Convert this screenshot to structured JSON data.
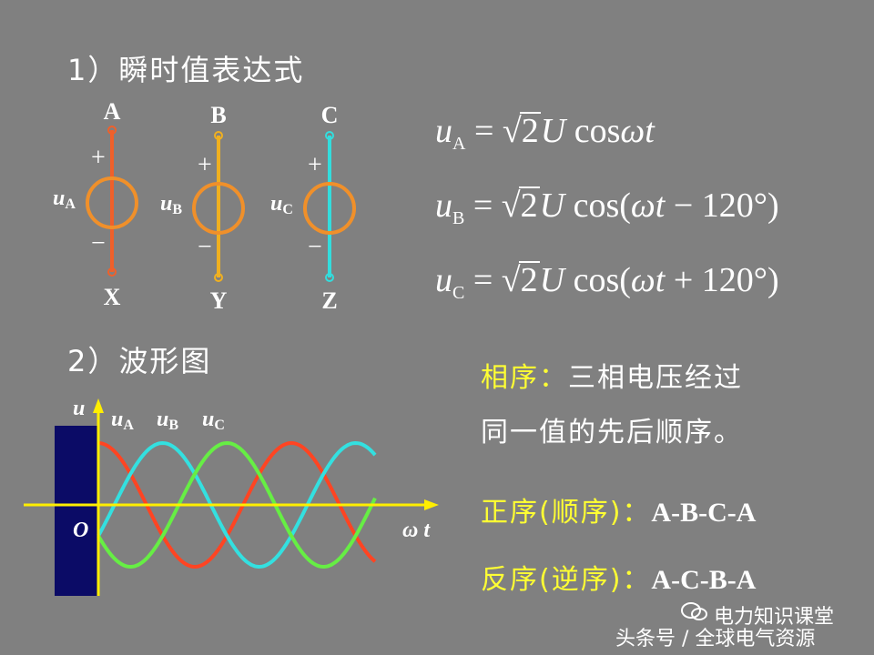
{
  "section1": {
    "title": "1）瞬时值表达式"
  },
  "sources": [
    {
      "top": "A",
      "bottom": "X",
      "plus": "+",
      "minus": "−",
      "label": "u",
      "sub": "A",
      "color": "#f0602a",
      "ring": "#f0902a"
    },
    {
      "top": "B",
      "bottom": "Y",
      "plus": "+",
      "minus": "−",
      "label": "u",
      "sub": "B",
      "color": "#f0b020",
      "ring": "#f0902a"
    },
    {
      "top": "C",
      "bottom": "Z",
      "plus": "+",
      "minus": "−",
      "label": "u",
      "sub": "C",
      "color": "#33dddd",
      "ring": "#f0902a"
    }
  ],
  "equations": [
    {
      "lhs": "u",
      "sub": "A",
      "eq": "=",
      "coef": "2",
      "U": "U",
      "fn": "cos",
      "arg_pre": "",
      "w": "ω",
      "t": "t",
      "shift": "",
      "post": ""
    },
    {
      "lhs": "u",
      "sub": "B",
      "eq": "=",
      "coef": "2",
      "U": "U",
      "fn": "cos(",
      "arg_pre": "",
      "w": "ω",
      "t": "t",
      "shift": " − 120°",
      "post": ")"
    },
    {
      "lhs": "u",
      "sub": "C",
      "eq": "=",
      "coef": "2",
      "U": "U",
      "fn": "cos(",
      "arg_pre": "",
      "w": "ω",
      "t": "t",
      "shift": " + 120°",
      "post": ")"
    }
  ],
  "section2": {
    "title": "2）波形图"
  },
  "waveform": {
    "y_label": "u",
    "origin": "O",
    "x_label_w": "ω",
    "x_label_t": "t",
    "labels": [
      {
        "u": "u",
        "sub": "A"
      },
      {
        "u": "u",
        "sub": "B"
      },
      {
        "u": "u",
        "sub": "C"
      }
    ],
    "colors": {
      "A": "#ff4422",
      "B": "#33e0e0",
      "C": "#66ee44",
      "axis": "#ffee00",
      "panel": "#0b0b66"
    }
  },
  "notes": {
    "phase_label": "相序：",
    "phase_text1": "三相电压经过",
    "phase_text2": "同一值的先后顺序。",
    "pos_label": "正序(顺序)：",
    "pos_value": "A-B-C-A",
    "neg_label": "反序(逆序)：",
    "neg_value": "A-C-B-A"
  },
  "watermark": {
    "line1": "电力知识课堂",
    "line2": "头条号 / 全球电气资源"
  }
}
